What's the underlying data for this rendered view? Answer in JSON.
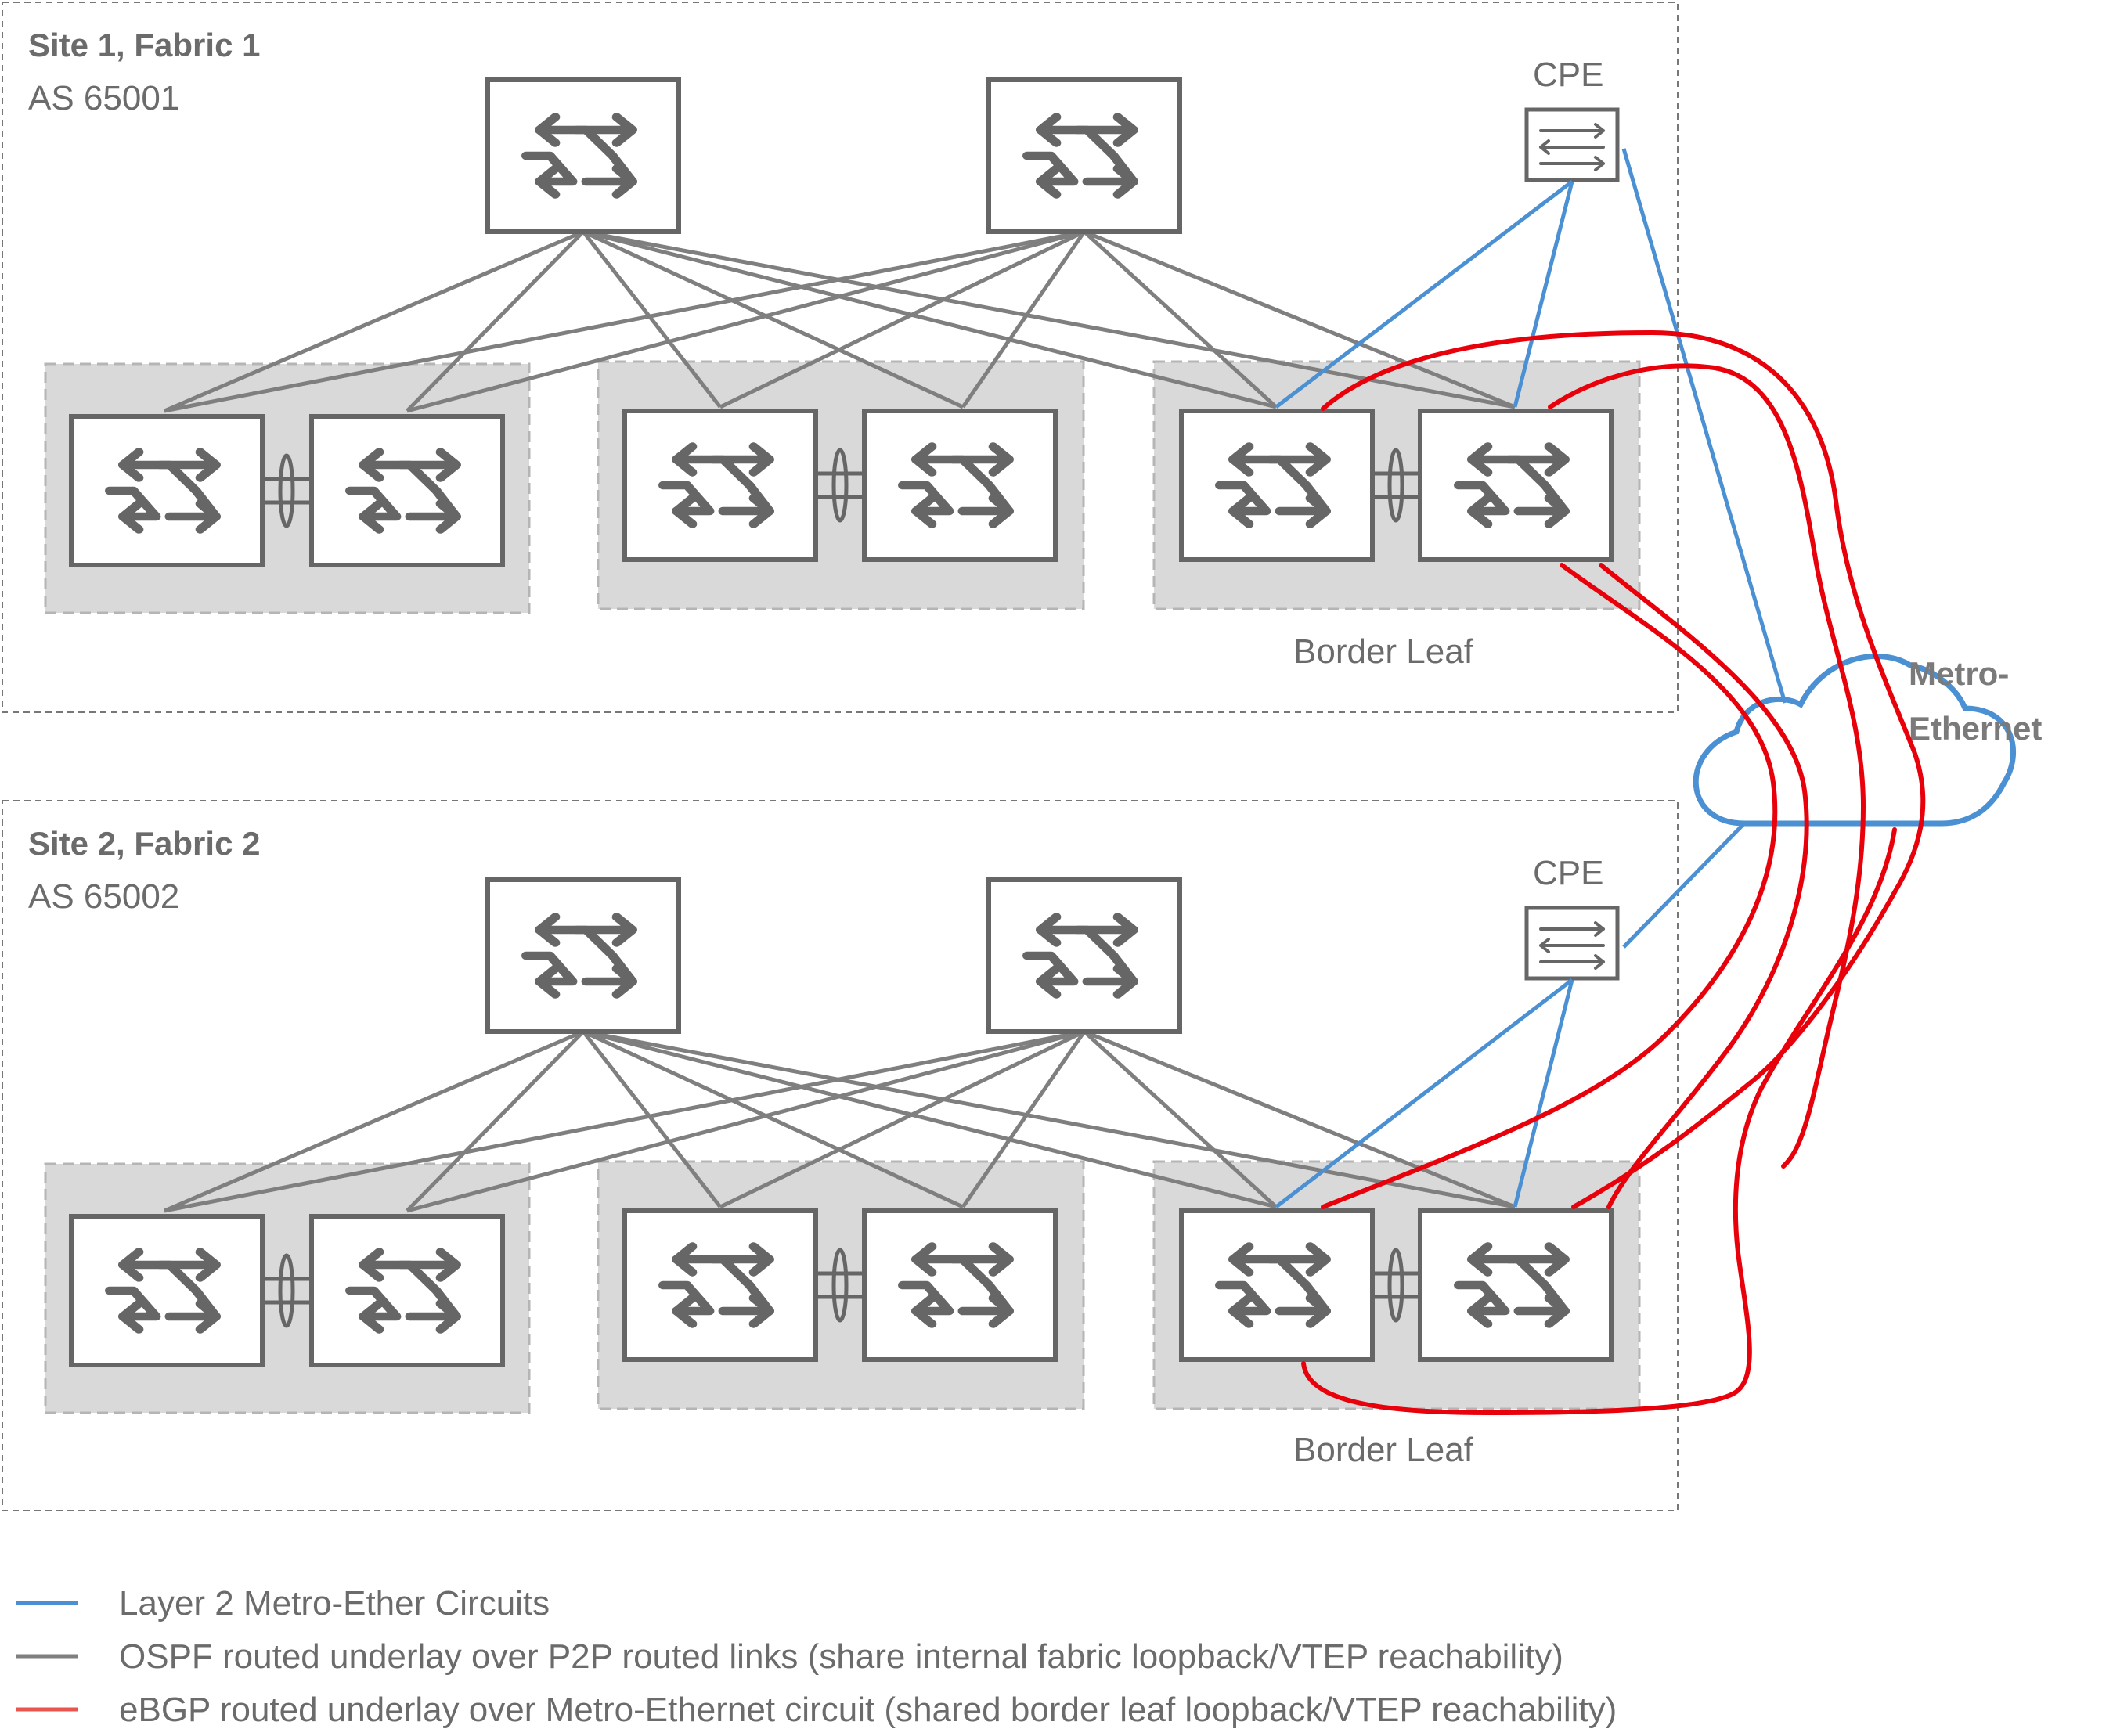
{
  "sites": [
    {
      "title": "Site 1, Fabric 1",
      "as": "AS 65001",
      "cpe_label": "CPE",
      "border_label": "Border Leaf"
    },
    {
      "title": "Site 2, Fabric 2",
      "as": "AS 65002",
      "cpe_label": "CPE",
      "border_label": "Border Leaf"
    }
  ],
  "cloud": {
    "line1": "Metro-",
    "line2": "Ethernet"
  },
  "legend": [
    {
      "color": "#4a90d2",
      "text": "Layer 2 Metro-Ether Circuits"
    },
    {
      "color": "#7f7f7f",
      "text": "OSPF routed underlay over P2P routed links (share internal fabric loopback/VTEP reachability)"
    },
    {
      "color": "#e8544e",
      "text": "eBGP routed underlay over Metro-Ethernet circuit (shared border leaf loopback/VTEP reachability)"
    }
  ],
  "colors": {
    "gray_link": "#7f7f7f",
    "blue_link": "#4a90d2",
    "red_link": "#e8000b",
    "switch_stroke": "#666666",
    "pair_bg": "#d9d9d9",
    "site_border": "#777777"
  },
  "icons": {
    "switch": "switch-icon",
    "cpe": "cpe-router-icon",
    "cloud": "cloud-icon",
    "lag": "lag-bundle-icon"
  }
}
